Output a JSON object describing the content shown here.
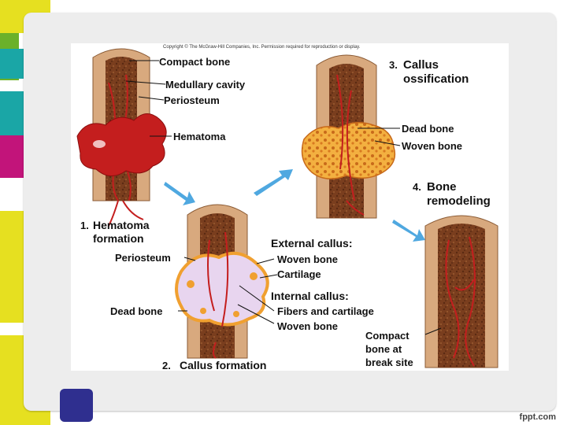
{
  "slide": {
    "copyright": "Copyright © The McGraw-Hill Companies, Inc. Permission required for reproduction or display.",
    "footer": "fppt.com",
    "colors": {
      "teal": "#1aa6a6",
      "magenta": "#c2147a",
      "yellow": "#e6e020",
      "green": "#6bb12a",
      "navy": "#2f2f8f",
      "bone": "#d8a97e",
      "marrow": "#7a3e1e",
      "blood": "#c41e1e",
      "cartilage": "#e8d5ef",
      "woven": "#f0a030",
      "arrow": "#4fa8e0"
    }
  },
  "diagram": {
    "stages": {
      "s1": {
        "num": "1.",
        "title1": "Hematoma",
        "title2": "formation"
      },
      "s2": {
        "num": "2.",
        "title": "Callus formation"
      },
      "s3": {
        "num": "3.",
        "title1": "Callus",
        "title2": "ossification"
      },
      "s4": {
        "num": "4.",
        "title1": "Bone",
        "title2": "remodeling"
      }
    },
    "labels": {
      "compact_bone": "Compact bone",
      "medullary_cavity": "Medullary cavity",
      "periosteum": "Periosteum",
      "hematoma": "Hematoma",
      "periosteum2": "Periosteum",
      "external_callus": "External callus:",
      "woven_bone": "Woven bone",
      "cartilage": "Cartilage",
      "internal_callus": "Internal callus:",
      "fibers_cartilage": "Fibers and cartilage",
      "woven_bone2": "Woven bone",
      "dead_bone": "Dead bone",
      "dead_bone3": "Dead bone",
      "woven_bone3": "Woven bone",
      "compact_break1": "Compact",
      "compact_break2": "bone at",
      "compact_break3": "break site"
    }
  }
}
